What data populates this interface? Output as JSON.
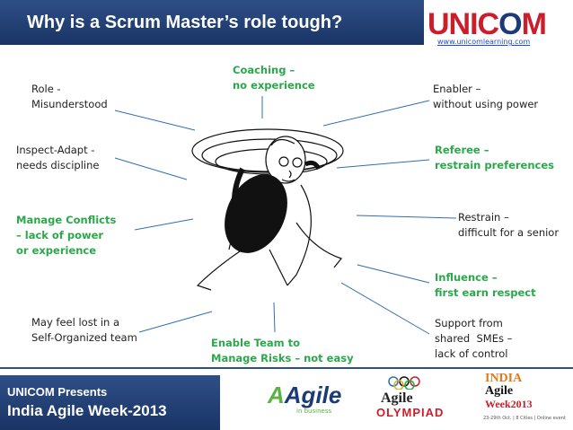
{
  "header": {
    "title": "Why is a Scrum Master’s role tough?",
    "logo_text_1": "UNIC",
    "logo_text_2": "O",
    "logo_text_3": "M",
    "logo_url": "www.unicomlearning.com"
  },
  "labels": {
    "role": [
      "Role -",
      "Misunderstood"
    ],
    "inspect": [
      "Inspect-Adapt -",
      "needs discipline"
    ],
    "conflicts": [
      "Manage Conflicts",
      "– lack of power",
      "or experience"
    ],
    "lost": [
      "May feel lost in a",
      "Self-Organized team"
    ],
    "coaching": [
      "Coaching –",
      "no experience"
    ],
    "enable_team": [
      "Enable Team to",
      "Manage Risks – not easy"
    ],
    "enabler": [
      "Enabler –",
      "without using power"
    ],
    "referee": [
      "Referee –",
      "restrain preferences"
    ],
    "restrain": [
      "Restrain –",
      "difficult for a senior"
    ],
    "influence": [
      "Influence –",
      "first earn respect"
    ],
    "support": [
      "Support from",
      "shared  SMEs –",
      "lack of control"
    ]
  },
  "footer": {
    "presents": "UNICOM Presents",
    "event": "India Agile Week-2013",
    "agile_logo": "Agile",
    "agile_logo_sub": "in business",
    "olympiad_top": "Agile",
    "olympiad_word": "OLYMPIAD",
    "iaw_1": "INDIA",
    "iaw_2": "Agile",
    "iaw_3": "Week2013",
    "iaw_sub": "23-29th Oct. | 8 Cities | Online event"
  },
  "colors": {
    "title_bar": "#1a3466",
    "green": "#2aa84a",
    "connector": "#2f6fb0",
    "logo_red": "#cc1e2a"
  }
}
